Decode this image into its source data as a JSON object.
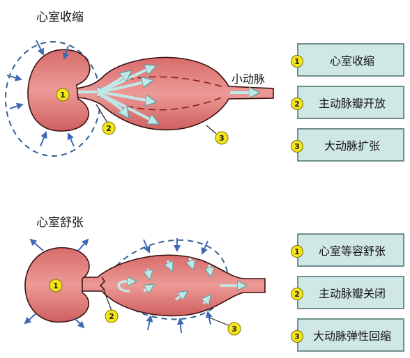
{
  "top_panel": {
    "title": "心室收缩",
    "small_artery_label": "小动脉",
    "markers": [
      "1",
      "2",
      "3"
    ],
    "legend": [
      {
        "num": "1",
        "text": "心室收缩"
      },
      {
        "num": "2",
        "text": "主动脉瓣开放"
      },
      {
        "num": "3",
        "text": "大动脉扩张"
      }
    ]
  },
  "bottom_panel": {
    "title": "心室舒张",
    "markers": [
      "1",
      "2",
      "3"
    ],
    "legend": [
      {
        "num": "1",
        "text": "心室等容舒张"
      },
      {
        "num": "2",
        "text": "主动脉瓣关闭"
      },
      {
        "num": "3",
        "text": "大动脉弹性回缩"
      }
    ]
  },
  "colors": {
    "tissue": "#e07b7b",
    "tissue_outline": "#3a1010",
    "flow_arrow": "#bfe9e8",
    "pressure_arrow": "#3f68b5",
    "dashed_outline": "#2f5f90",
    "marker_fill": "#f4e51a",
    "legend_fill": "#cfe8e6"
  }
}
